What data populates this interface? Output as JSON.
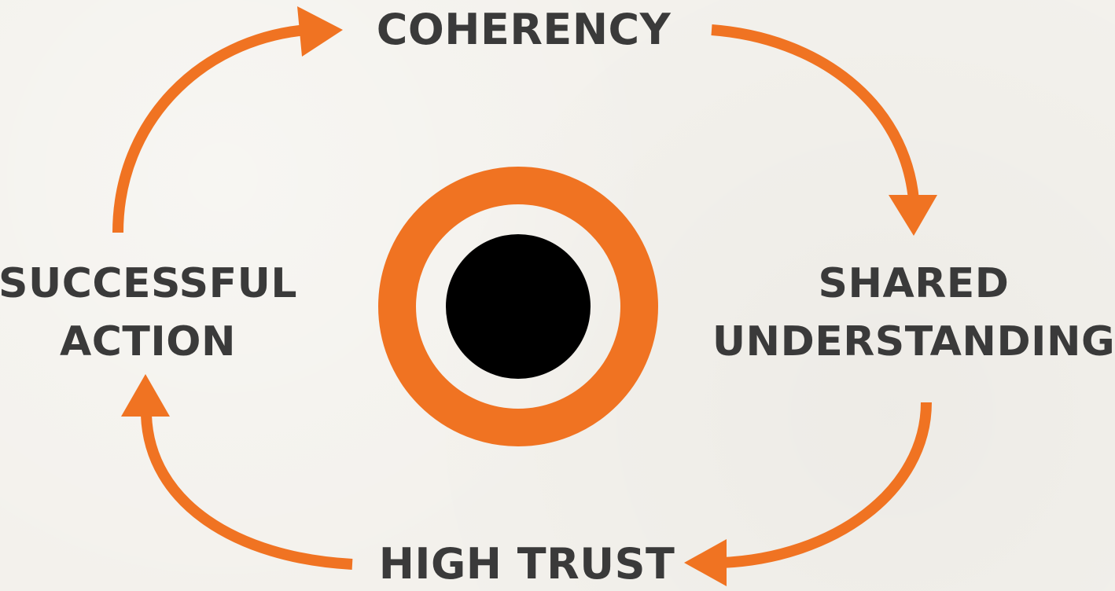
{
  "colors": {
    "accent": "#f07322",
    "core": "#000000",
    "label": "#3a3a3a",
    "background": "#f3f1ec"
  },
  "nodes": {
    "top": {
      "label": "COHERENCY"
    },
    "right": {
      "lines": [
        "SHARED",
        "UNDERSTANDING"
      ]
    },
    "bottom": {
      "label": "HIGH TRUST"
    },
    "left": {
      "lines": [
        "SUCCESSFUL",
        "ACTION"
      ]
    }
  }
}
